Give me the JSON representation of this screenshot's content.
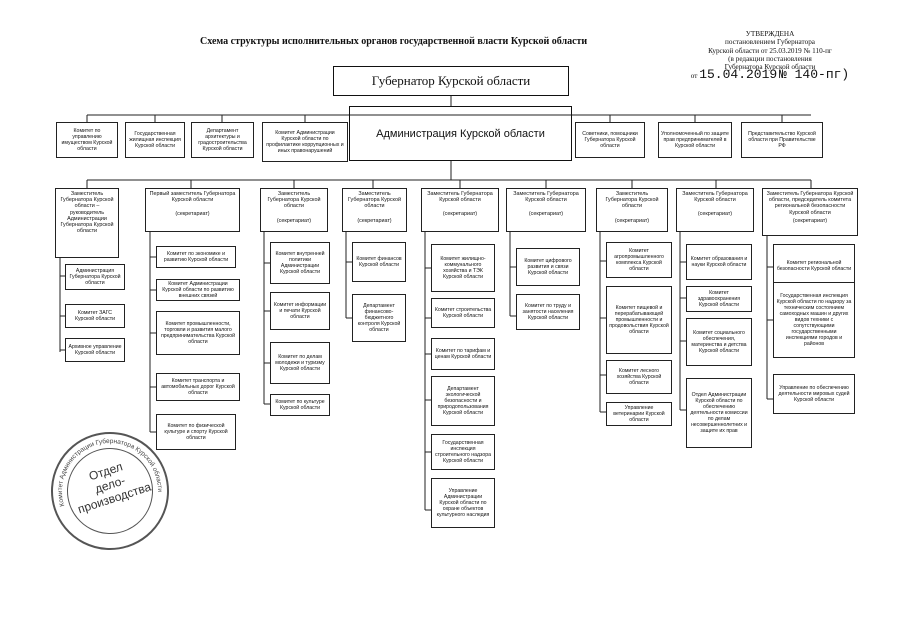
{
  "title": "Схема структуры исполнительных органов государственной власти Курской области",
  "approval": {
    "line1": "УТВЕРЖДЕНА",
    "line2": "постановлением Губернатора",
    "line3": "Курской области от 25.03.2019 № 110-пг",
    "line4": "(в редакции постановления",
    "line5": "Губернатора Курской области",
    "line6_prefix": "от",
    "line6_date": "15.04.2019",
    "line6_num": "№ 140",
    "line6_suffix": "-пг)"
  },
  "governor": "Губернатор Курской области",
  "administration": "Администрация Курской области",
  "top_units": [
    "Комитет по управлению имуществом Курской области",
    "Государственная жилищная инспекция Курской области",
    "Департамент архитектуры и градостроительства Курской области",
    "Комитет Администрации Курской области по профилактике коррупционных и иных правонарушений",
    "Советники, помощники Губернатора Курской области",
    "Уполномоченный по защите прав предпринимателей в Курской области",
    "Представительство Курской области при Правительстве РФ"
  ],
  "columns": [
    {
      "head": "Заместитель Губернатора Курской области – руководитель Администрации Губернатора Курской области",
      "secretariat": "",
      "units": [
        "Администрация Губернатора Курской области",
        "Комитет ЗАГС Курской области",
        "Архивное управление Курской области"
      ]
    },
    {
      "head": "Первый заместитель Губернатора Курской области",
      "secretariat": "(секретариат)",
      "units": [
        "Комитет по экономике и развитию Курской области",
        "Комитет Администрации Курской области по развитию внешних связей",
        "Комитет промышленности, торговли и развития малого предпринимательства Курской области",
        "Комитет транспорта и автомобильных дорог Курской области",
        "Комитет по физической культуре и спорту Курской области"
      ]
    },
    {
      "head": "Заместитель Губернатора Курской области",
      "secretariat": "(секретариат)",
      "units": [
        "Комитет внутренней политики Администрации Курской области",
        "Комитет информации и печати Курской области",
        "Комитет по делам молодежи и туризму Курской области",
        "Комитет по культуре Курской области"
      ]
    },
    {
      "head": "Заместитель Губернатора Курской области",
      "secretariat": "(секретариат)",
      "units": [
        "Комитет финансов Курской области",
        "Департамент финансово-бюджетного контроля Курской области"
      ]
    },
    {
      "head": "Заместитель Губернатора Курской области",
      "secretariat": "(секретариат)",
      "units": [
        "Комитет жилищно-коммунального хозяйства и ТЭК Курской области",
        "Комитет строительства Курской области",
        "Комитет по тарифам и ценам Курской области",
        "Департамент экологической безопасности и природопользования Курской области",
        "Государственная инспекция строительного надзора Курской области",
        "Управление Администрации Курской области по охране объектов культурного наследия"
      ]
    },
    {
      "head": "Заместитель Губернатора Курской области",
      "secretariat": "(секретариат)",
      "units": [
        "Комитет цифрового развития и связи Курской области",
        "Комитет по труду и занятости населения Курской области"
      ]
    },
    {
      "head": "Заместитель Губернатора Курской области",
      "secretariat": "(секретариат)",
      "units": [
        "Комитет агропромышленного комплекса Курской области",
        "Комитет пищевой и перерабатывающей промышленности и продовольствия Курской области",
        "Комитет лесного хозяйства Курской области",
        "Управление ветеринарии Курской области"
      ]
    },
    {
      "head": "Заместитель Губернатора Курской области",
      "secretariat": "(секретариат)",
      "units": [
        "Комитет образования и науки Курской области",
        "Комитет здравоохранения Курской области",
        "Комитет социального обеспечения, материнства и детства Курской области",
        "Отдел Администрации Курской области по обеспечению деятельности комиссии по делам несовершеннолетних и защите их прав"
      ]
    },
    {
      "head": "Заместитель Губернатора Курской области, председатель комитета региональной безопасности Курской области",
      "secretariat": "(секретариат)",
      "units": [
        "Комитет региональной безопасности Курской области",
        "Государственная инспекция Курской области по надзору за техническим состоянием самоходных машин и других видов техники с сопутствующими государственными инспекциями городов и районов",
        "Управление по обеспечению деятельности мировых судей Курской области"
      ]
    }
  ],
  "stamp": {
    "line1": "Отдел",
    "line2": "дело-",
    "line3": "производства",
    "ring_text": "Комитет Администрации Губернатора Курской области"
  }
}
